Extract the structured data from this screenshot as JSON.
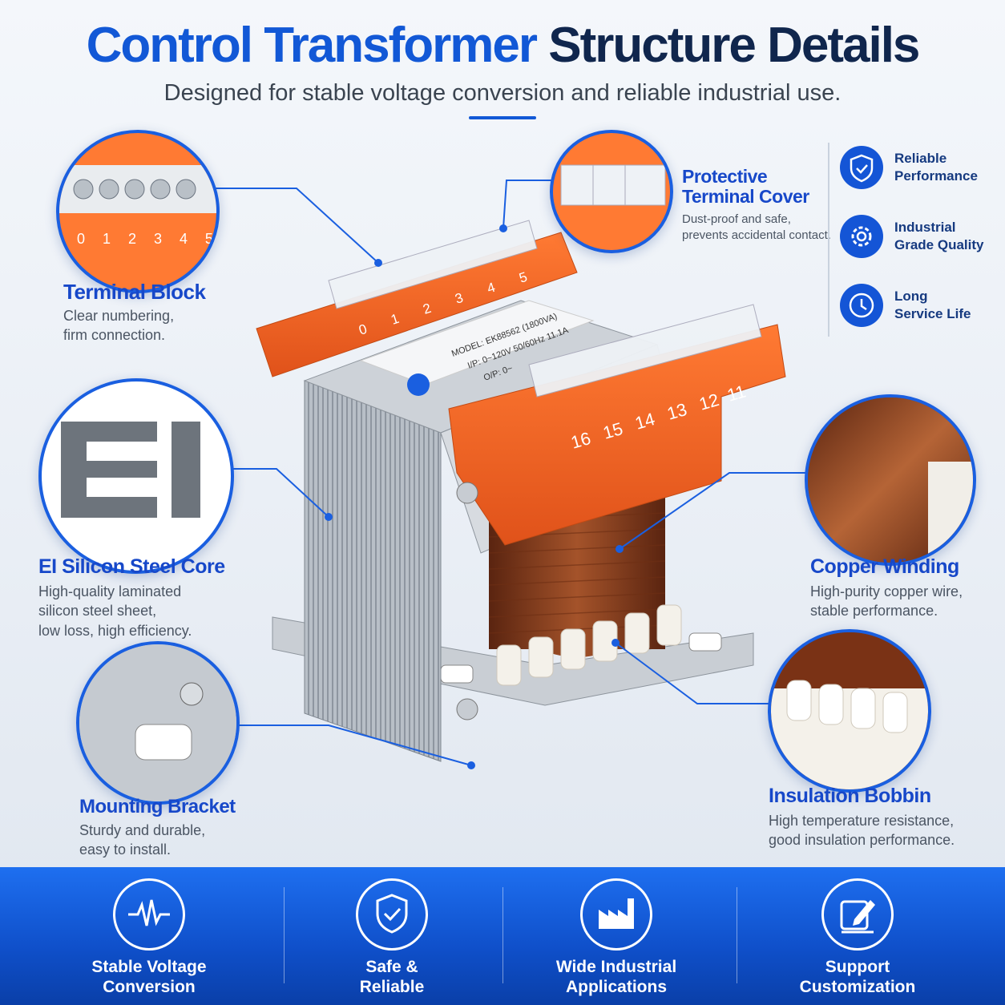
{
  "header": {
    "title_part1": "Control Transformer",
    "title_part2": "Structure Details",
    "subtitle": "Designed for stable voltage conversion and reliable industrial use."
  },
  "callouts": {
    "terminal_block": {
      "title": "Terminal Block",
      "desc_lines": [
        "Clear numbering,",
        "firm connection."
      ],
      "numbers": [
        "0",
        "1",
        "2",
        "3",
        "4",
        "5"
      ]
    },
    "terminal_cover": {
      "title_lines": [
        "Protective",
        "Terminal Cover"
      ],
      "desc_lines": [
        "Dust-proof and safe,",
        "prevents accidental contact."
      ]
    },
    "core": {
      "title": "EI Silicon Steel Core",
      "desc_lines": [
        "High-quality laminated",
        "silicon steel sheet,",
        "low loss, high efficiency."
      ]
    },
    "copper": {
      "title": "Copper Winding",
      "desc_lines": [
        "High-purity copper wire,",
        "stable performance."
      ]
    },
    "bracket": {
      "title": "Mounting Bracket",
      "desc_lines": [
        "Sturdy and durable,",
        "easy to install."
      ]
    },
    "bobbin": {
      "title": "Insulation Bobbin",
      "desc_lines": [
        "High temperature resistance,",
        "good insulation performance."
      ]
    }
  },
  "features": [
    {
      "icon": "shield-check-icon",
      "lines": [
        "Reliable",
        "Performance"
      ]
    },
    {
      "icon": "gear-icon",
      "lines": [
        "Industrial",
        "Grade Quality"
      ]
    },
    {
      "icon": "clock-icon",
      "lines": [
        "Long",
        "Service Life"
      ]
    }
  ],
  "product": {
    "label_lines": [
      "MODEL: EK88562  (1800VA)",
      "I/P: 0~120V 50/60Hz 11.1A",
      "O/P: 0~"
    ],
    "back_terminals": [
      "0",
      "1",
      "2",
      "3",
      "4",
      "5"
    ],
    "front_terminals": [
      "16",
      "15",
      "14",
      "13",
      "12",
      "11"
    ]
  },
  "bottom_bar": [
    {
      "icon": "waveform-icon",
      "lines": [
        "Stable Voltage",
        "Conversion"
      ]
    },
    {
      "icon": "shield-check-icon",
      "lines": [
        "Safe &",
        "Reliable"
      ]
    },
    {
      "icon": "factory-icon",
      "lines": [
        "Wide Industrial",
        "Applications"
      ]
    },
    {
      "icon": "pencil-edit-icon",
      "lines": [
        "Support",
        "Customization"
      ]
    }
  ],
  "colors": {
    "brand_blue": "#1258d6",
    "navy": "#10264d",
    "orange": "#f0621e",
    "copper": "#8a3d1c"
  }
}
